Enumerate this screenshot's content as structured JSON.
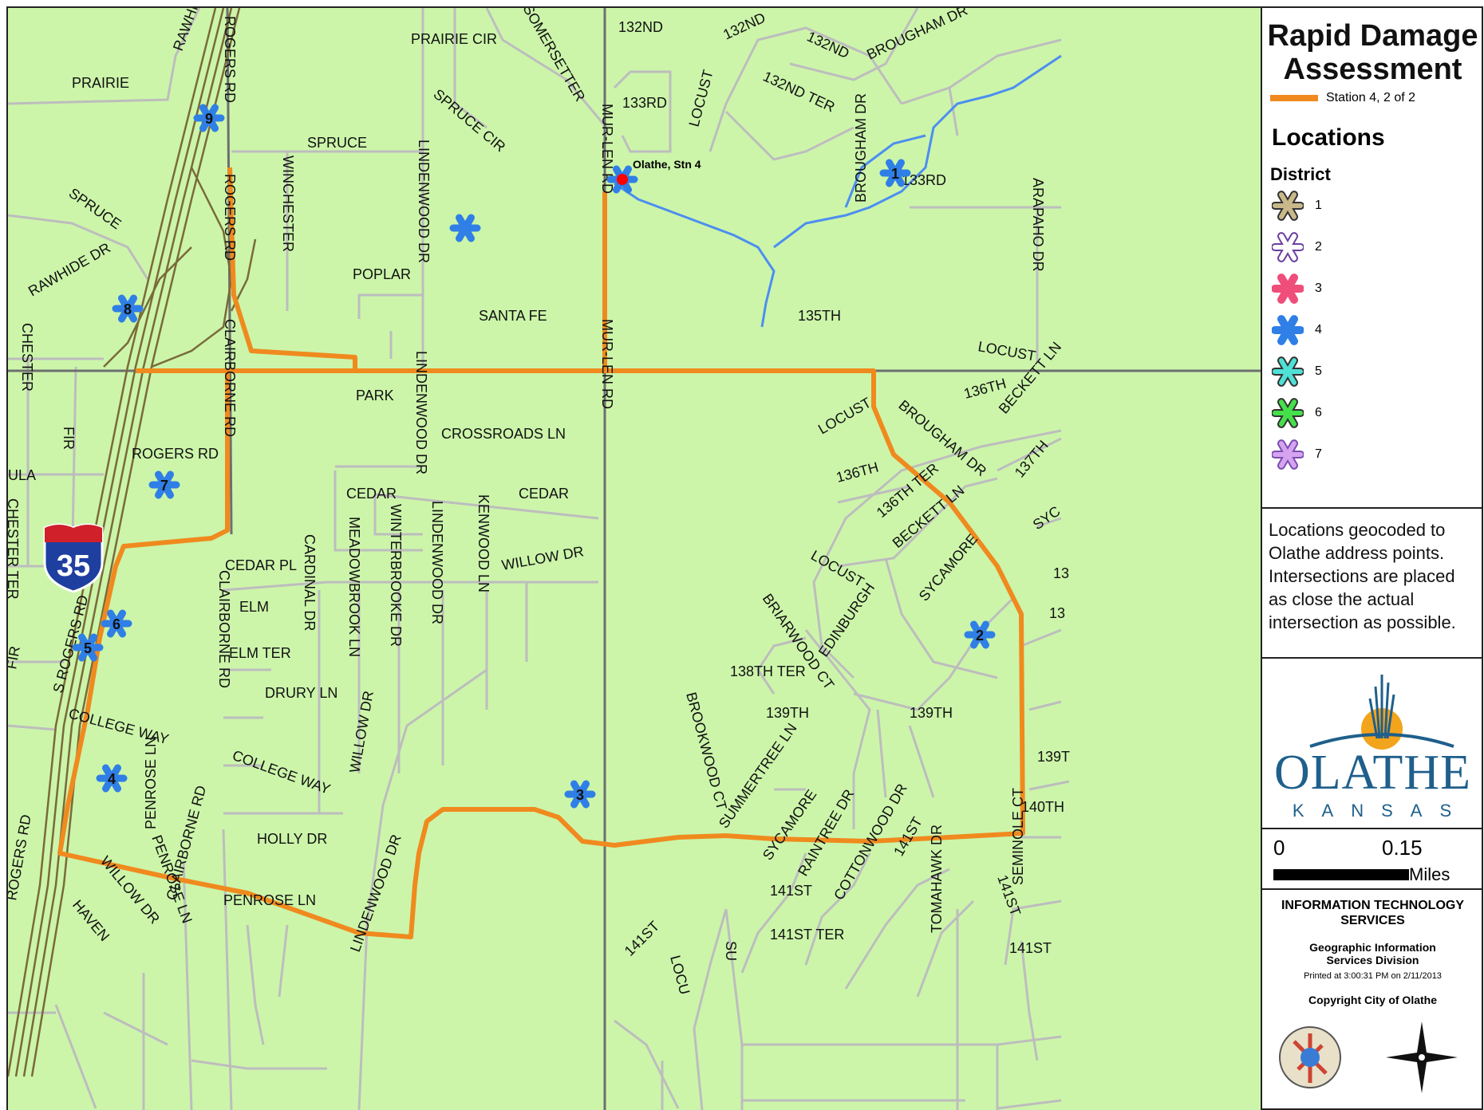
{
  "title_line1": "Rapid Damage",
  "title_line2": "Assessment",
  "route_legend_label": "Station 4, 2 of 2",
  "locations_heading": "Locations",
  "district_heading": "District",
  "districts": [
    {
      "label": "1",
      "color": "#c9b98a",
      "stroke": "#333"
    },
    {
      "label": "2",
      "color": "#ffffff",
      "stroke": "#6b3fa0"
    },
    {
      "label": "3",
      "color": "#ef4d7a",
      "stroke": "#ef4d7a"
    },
    {
      "label": "4",
      "color": "#2f7fe6",
      "stroke": "#2f7fe6"
    },
    {
      "label": "5",
      "color": "#4fe0d6",
      "stroke": "#333"
    },
    {
      "label": "6",
      "color": "#45e04a",
      "stroke": "#333"
    },
    {
      "label": "7",
      "color": "#d6a3f0",
      "stroke": "#7a4fb0"
    }
  ],
  "note": "Locations geocoded to Olathe address points.  Intersections are placed as close the actual intersection as possible.",
  "logo_word": "OLATHE",
  "logo_sub": "KANSAS",
  "scale_zero": "0",
  "scale_value": "0.15",
  "scale_unit": "Miles",
  "its_line1": "INFORMATION TECHNOLOGY",
  "its_line2": "SERVICES",
  "gis_line1": "Geographic Information",
  "gis_line2": "Services Division",
  "printed": "Printed at 3:00:31 PM on 2/11/2013",
  "copyright": "Copyright City of Olathe",
  "station_label": "Olathe, Stn 4",
  "colors": {
    "land": "#ccf5aa",
    "route": "#f08a1e",
    "street": "#bdbdbd",
    "arterial": "#6e6e6e",
    "water": "#4d8ef0",
    "station": "#ff0000",
    "marker": "#2f7fe6"
  },
  "street_labels": [
    "RAWHIDE",
    "ROGERS RD",
    "PRAIRIE CIR",
    "SOMERSETTER",
    "132ND",
    "132ND",
    "132ND",
    "BROUGHAM DR",
    "PRAIRIE",
    "SPRUCE CIR",
    "LOCUST",
    "132ND TER",
    "133RD",
    "SPRUCE",
    "WINCHESTER",
    "LINDENWOOD DR",
    "MUR-LEN RD",
    "ROGERS RD",
    "SPRUCE",
    "133RD",
    "ARAPAHO DR",
    "POPLAR",
    "RAWHIDE DR",
    "BROUGHAM DR",
    "SANTA FE",
    "135TH",
    "CHESTER",
    "CLAIRBORNE RD",
    "LINDENWOOD DR",
    "MUR-LEN RD",
    "LOCUST",
    "PARK",
    "136TH",
    "BECKETT LN",
    "FIR",
    "CROSSROADS LN",
    "LOCUST",
    "BROUGHAM DR",
    "ROGERS RD",
    "136TH",
    "136TH TER",
    "137TH",
    "ULA",
    "CEDAR",
    "CEDAR",
    "CHESTER TER",
    "KENWOOD LN",
    "LINDENWOOD DR",
    "WINTERBROOKE DR",
    "MEADOWBROOK LN",
    "CARDINAL DR",
    "BECKETT LN",
    "SYC",
    "WILLOW DR",
    "CEDAR PL",
    "BRIARWOOD CT",
    "LOCUST",
    "SYCAMORE",
    "CLAIRBORNE RD",
    "ELM",
    "EDINBURGH",
    "ELM TER",
    "S ROGERS RD",
    "138TH TER",
    "DRURY LN",
    "BROOKWOOD CT",
    "139TH",
    "139TH",
    "COLLEGE WAY",
    "WILLOW DR",
    "COLLEGE WAY",
    "SUMMERTREE LN",
    "SYCAMORE",
    "RAINTREE DR",
    "COTTONWOOD DR",
    "PENROSE LN",
    "139T",
    "140TH",
    "PENROSE LN",
    "HOLLY DR",
    "141ST",
    "TOMAHAWK DR",
    "SEMINOLE CT",
    "141ST",
    "WILLOW DR",
    "HAVEN",
    "CLAIRBORNE RD",
    "PENROSE LN",
    "LINDENWOOD DR",
    "141ST",
    "141ST",
    "LOCU",
    "141ST TER",
    "141ST",
    "SU",
    "ROGERS RD",
    "FIR",
    "13",
    "13"
  ],
  "shield_number": "35",
  "map_markers": [
    "9",
    "8",
    "7",
    "6",
    "5",
    "4",
    "3",
    "2",
    "1"
  ]
}
